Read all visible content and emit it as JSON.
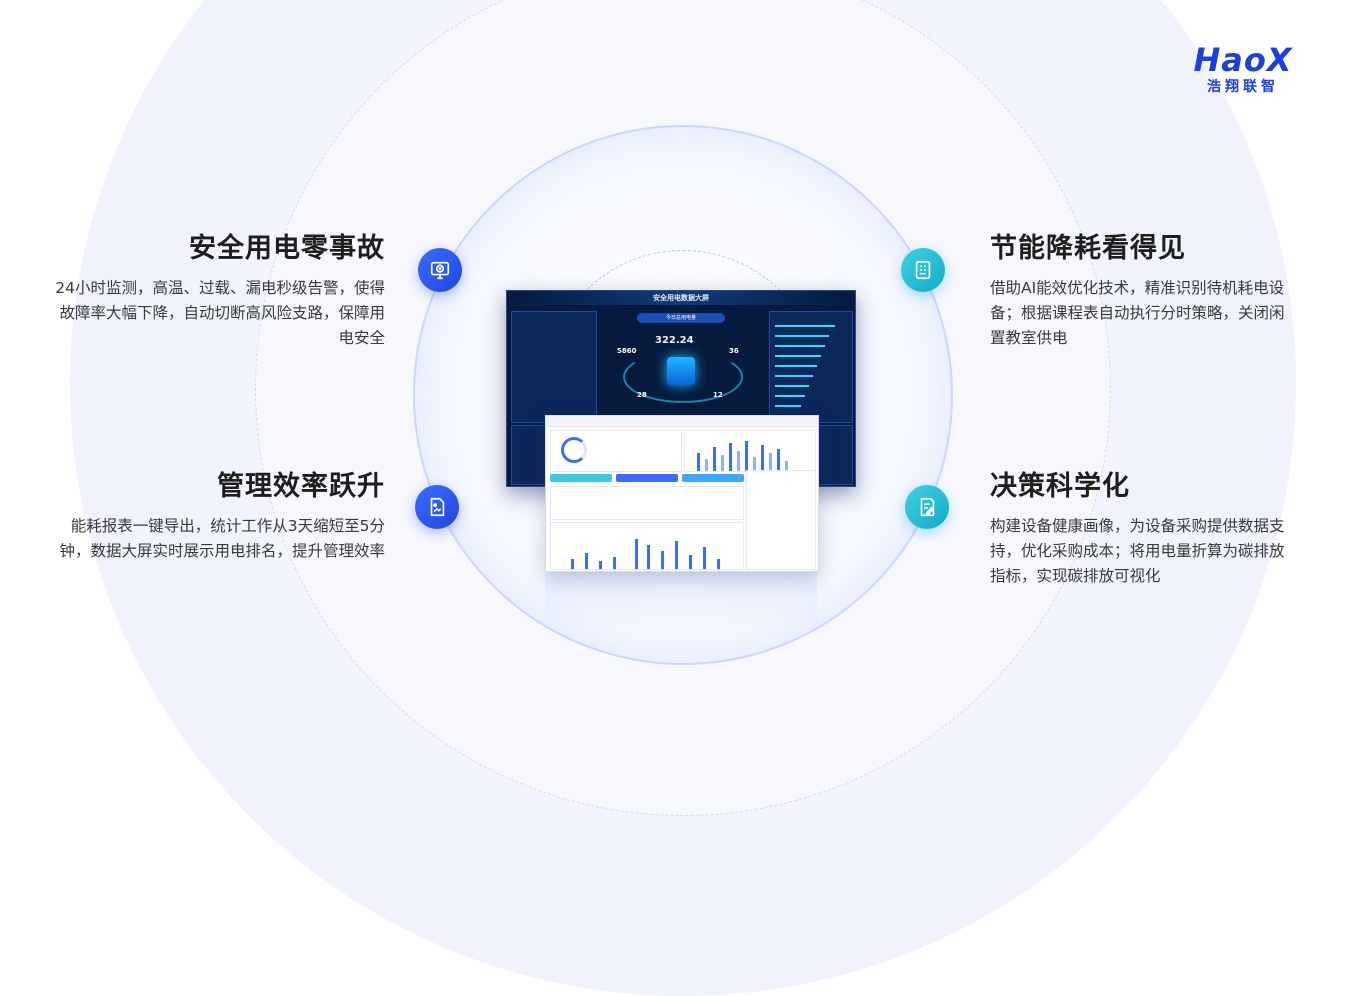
{
  "logo": {
    "mark": "HaoX",
    "sub": "浩翔联智"
  },
  "features": [
    {
      "title": "安全用电零事故",
      "desc": "24小时监测，高温、过载、漏电秒级告警，使得故障率大幅下降，自动切断高风险支路，保障用电安全",
      "icon": "monitor-yen-icon"
    },
    {
      "title": "管理效率跃升",
      "desc": "能耗报表一键导出，统计工作从3天缩短至5分钟，数据大屏实时展示用电排名，提升管理效率",
      "icon": "document-image-icon"
    },
    {
      "title": "节能降耗看得见",
      "desc": "借助AI能效优化技术，精准识别待机耗电设备；根据课程表自动执行分时策略，关闭闲置教室供电",
      "icon": "building-chart-icon"
    },
    {
      "title": "决策科学化",
      "desc": "构建设备健康画像，为设备采购提供数据支持，优化采购成本；将用电量折算为碳排放指标，实现碳排放可视化",
      "icon": "document-edit-icon"
    }
  ],
  "dashboard": {
    "title": "安全用电数据大屏",
    "center_label": "今日总用电量",
    "total": "322.24",
    "stat_left": "5860",
    "stat_right": "36",
    "stat_bl": "28",
    "stat_br": "12"
  },
  "colors": {
    "brand": "#1d3fe0",
    "teal": "#14a9c8"
  }
}
